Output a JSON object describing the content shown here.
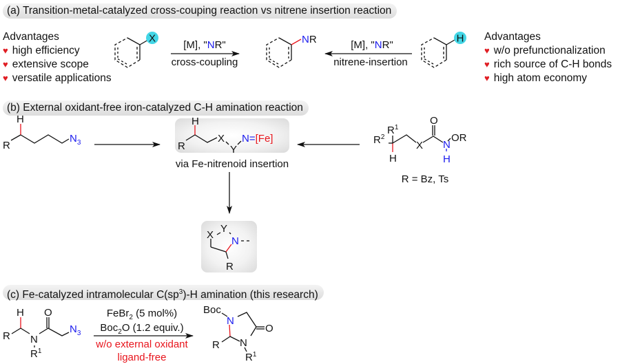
{
  "colors": {
    "accent_red": "#e8141c",
    "nitrogen_blue": "#1a1aee",
    "highlight_cyan": "#43d6e6",
    "banner_bg": "#e0e0e0"
  },
  "panel_a": {
    "title": "(a) Transition-metal-catalyzed cross-couping reaction vs nitrene insertion reaction",
    "left_advantages": {
      "heading": "Advantages",
      "items": [
        "high efficiency",
        "extensive scope",
        "versatile applications"
      ]
    },
    "right_advantages": {
      "heading": "Advantages",
      "items": [
        "w/o prefunctionalization",
        "rich source of C-H bonds",
        "high atom economy"
      ]
    },
    "left_substrate_label": "X",
    "right_substrate_label": "H",
    "product_label_n": "N",
    "product_label_r": "R",
    "left_arrow": {
      "reagent_prefix": "[M], \"",
      "reagent_n": "N",
      "reagent_suffix": "R\"",
      "below": "cross-coupling"
    },
    "right_arrow": {
      "reagent_prefix": "[M], \"",
      "reagent_n": "N",
      "reagent_suffix": "R\"",
      "below": "nitrene-insertion"
    },
    "heart_icon": "♥"
  },
  "panel_b": {
    "title": "(b) External oxidant-free iron-catalyzed C-H amination reaction",
    "azide_substrate": {
      "r": "R",
      "h": "H",
      "n3": "N",
      "n3_sub": "3"
    },
    "intermediate": {
      "h": "H",
      "r": "R",
      "x": "X",
      "y": "Y",
      "n": "N",
      "eq": "=",
      "fe": "[Fe]"
    },
    "intermediate_caption": "via Fe-nitrenoid insertion",
    "hydroxamate_substrate": {
      "r1": "R",
      "r1_sup": "1",
      "r2": "R",
      "r2_sup": "2",
      "h": "H",
      "x": "X",
      "o": "O",
      "n": "N",
      "nh": "H",
      "or": "OR"
    },
    "r_definition": "R = Bz, Ts",
    "product": {
      "x": "X",
      "y": "Y",
      "n": "N",
      "r": "R"
    }
  },
  "panel_c": {
    "title_prefix": "(c) Fe-catalyzed intramolecular C(sp",
    "title_sup": "3",
    "title_suffix": ")-H amination (this research)",
    "substrate": {
      "h": "H",
      "o": "O",
      "r": "R",
      "n": "N",
      "r1": "R",
      "r1_sup": "1",
      "n3": "N",
      "n3_sub": "3"
    },
    "conditions": {
      "line1_prefix": "FeBr",
      "line1_sub": "2",
      "line1_suffix": " (5 mol%)",
      "line2_prefix": "Boc",
      "line2_sub": "2",
      "line2_suffix": "O (1.2 equiv.)",
      "line3": "w/o external oxidant",
      "line4": "ligand-free"
    },
    "product": {
      "boc": "Boc",
      "n_top": "N",
      "o": "O",
      "r": "R",
      "n_bottom": "N",
      "r1": "R",
      "r1_sup": "1"
    }
  }
}
